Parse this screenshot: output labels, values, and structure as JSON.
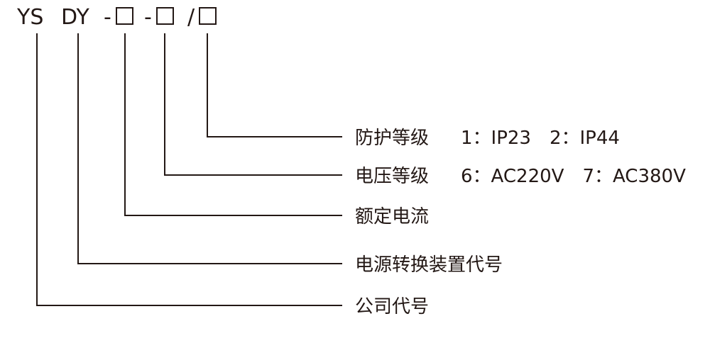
{
  "code": {
    "seg_ys": "YS",
    "seg_dy": "DY",
    "dash_1": "-",
    "dash_2": "-",
    "slash": "/"
  },
  "labels": {
    "protection": {
      "name": "防护等级",
      "options": "1：IP23　2：IP44"
    },
    "voltage": {
      "name": "电压等级",
      "options": "6：AC220V　7：AC380V"
    },
    "rated_current": {
      "name": "额定电流"
    },
    "device_code": {
      "name": "电源转换装置代号"
    },
    "company_code": {
      "name": "公司代号"
    }
  },
  "colors": {
    "ink": "#231815",
    "background": "#ffffff"
  }
}
